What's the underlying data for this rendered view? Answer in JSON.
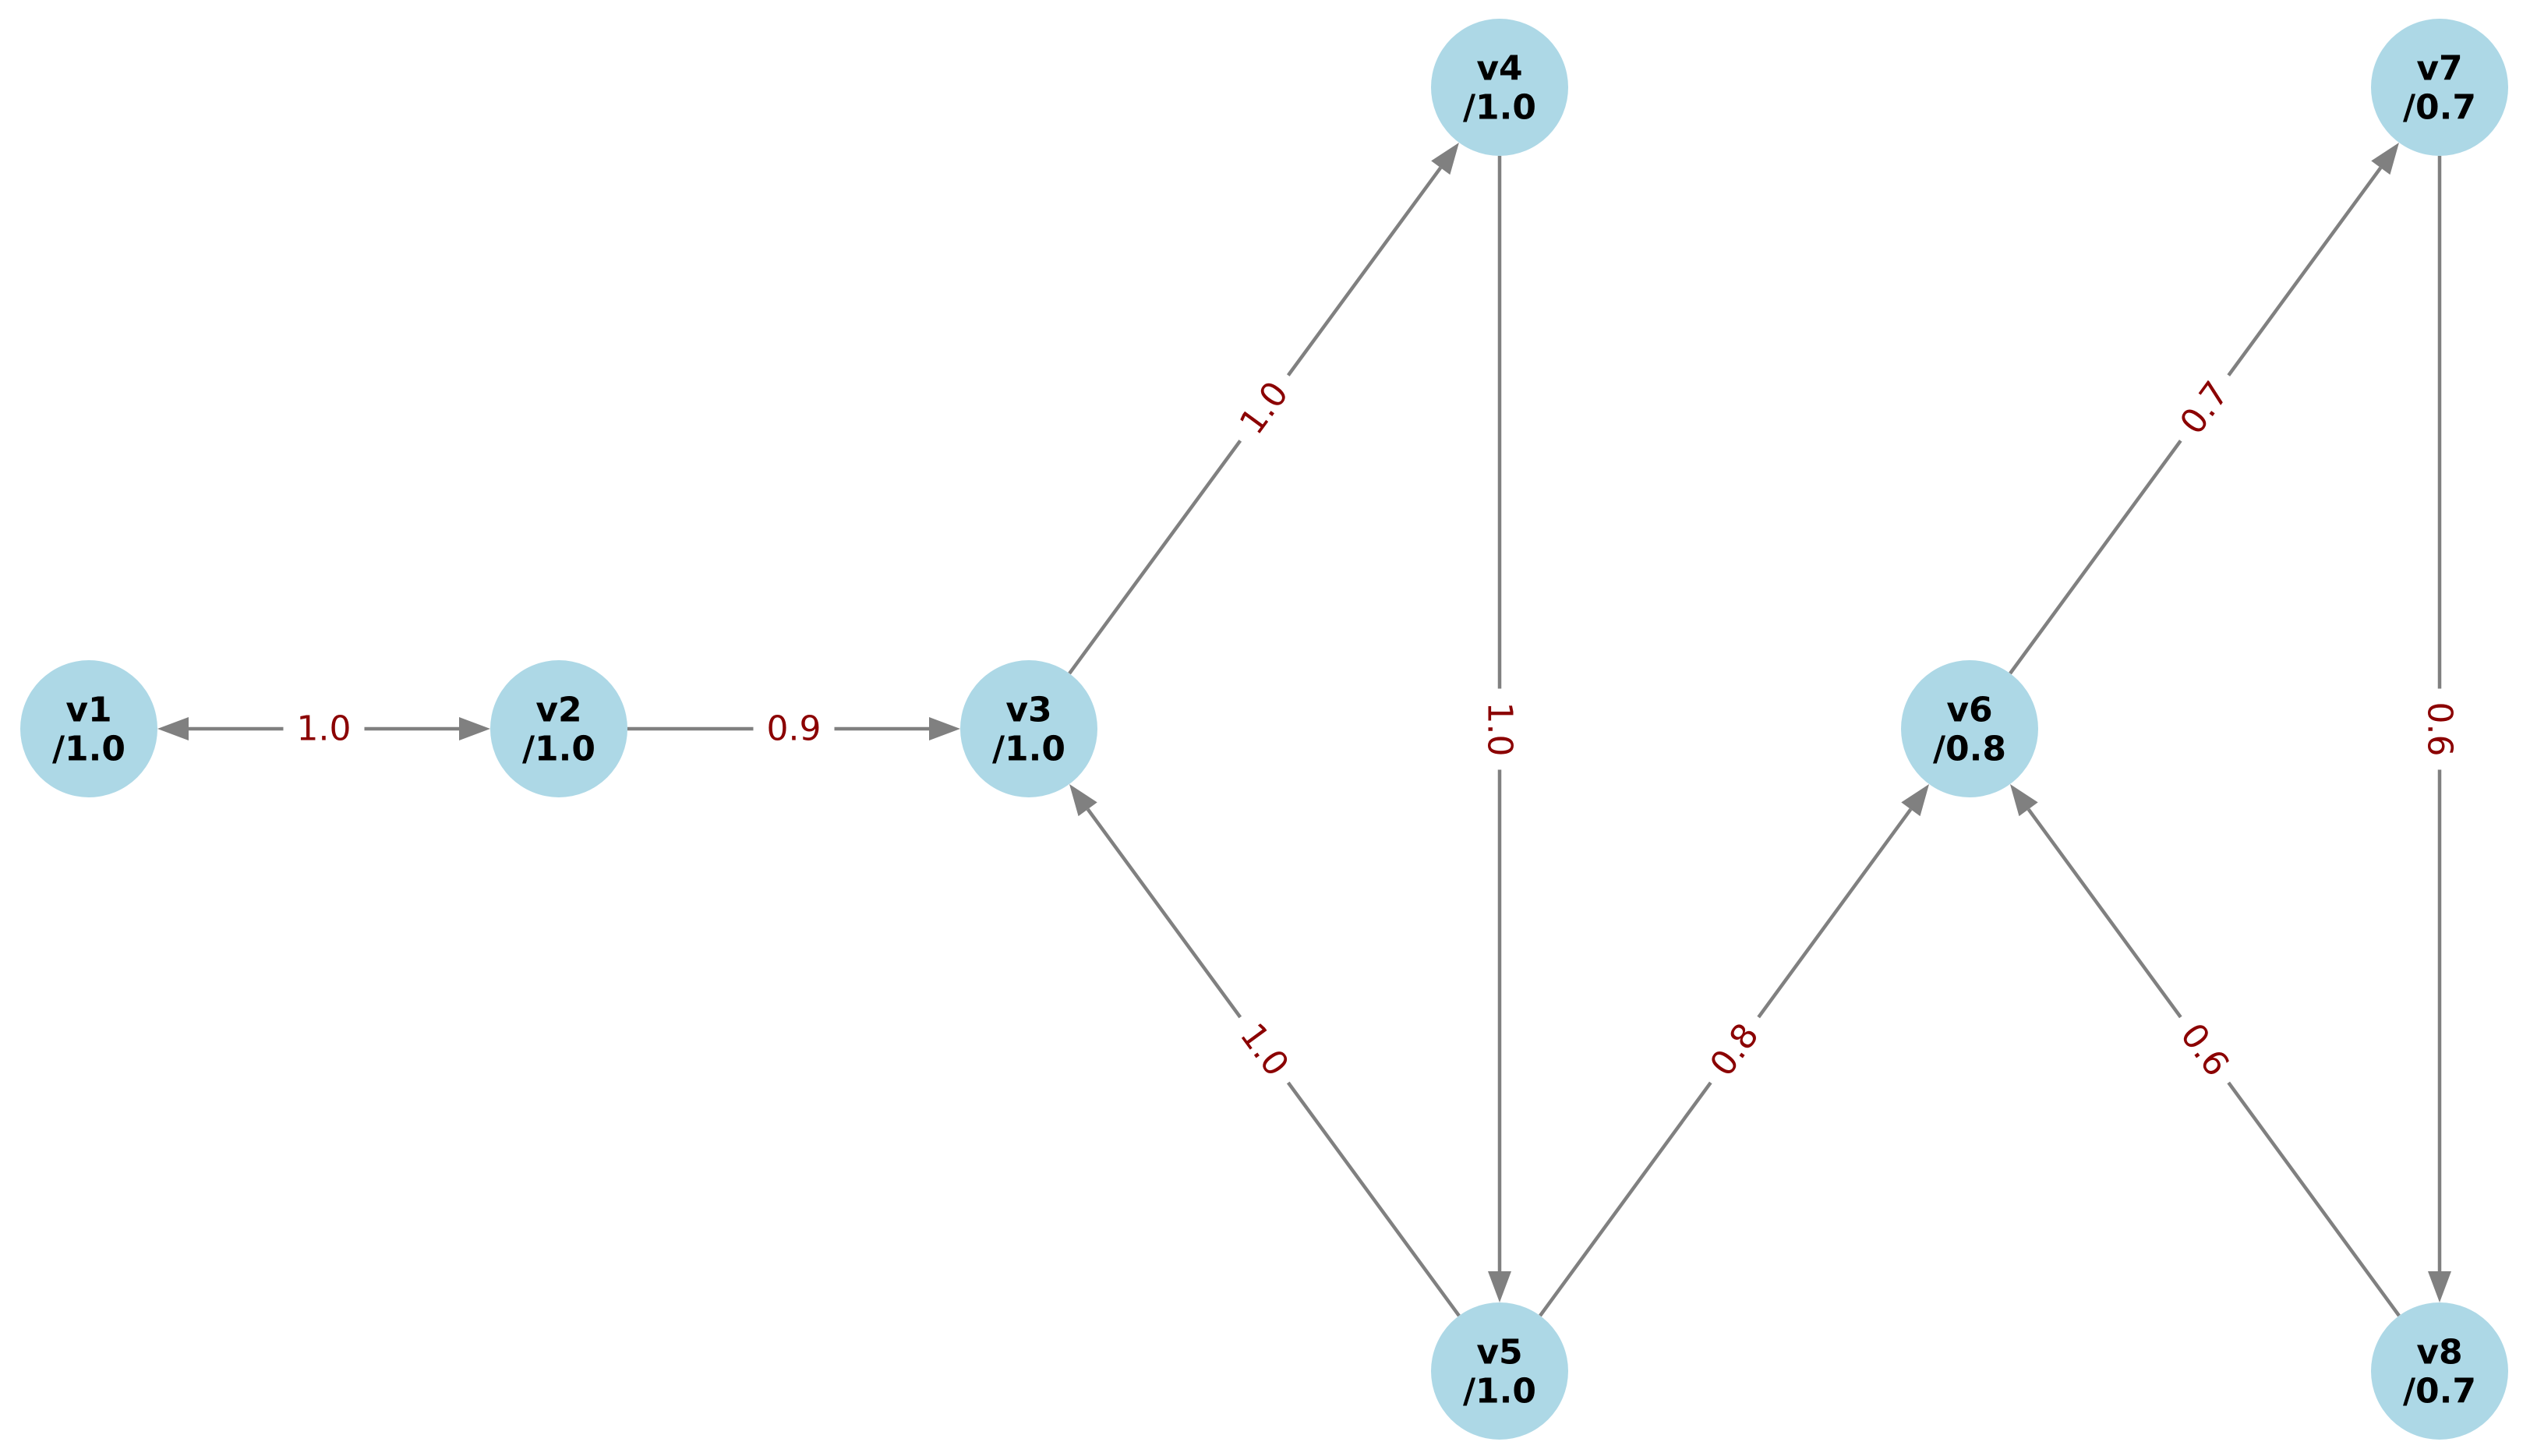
{
  "graph": {
    "node_color": "#add8e6",
    "edge_color": "#808080",
    "edge_label_color": "#8b0000",
    "nodes": [
      {
        "id": "v1",
        "value": "/1.0"
      },
      {
        "id": "v2",
        "value": "/1.0"
      },
      {
        "id": "v3",
        "value": "/1.0"
      },
      {
        "id": "v4",
        "value": "/1.0"
      },
      {
        "id": "v5",
        "value": "/1.0"
      },
      {
        "id": "v6",
        "value": "/0.8"
      },
      {
        "id": "v7",
        "value": "/0.7"
      },
      {
        "id": "v8",
        "value": "/0.7"
      }
    ],
    "edges": [
      {
        "from": "v1",
        "to": "v2",
        "label": "1.0",
        "bidirectional": true
      },
      {
        "from": "v2",
        "to": "v3",
        "label": "0.9"
      },
      {
        "from": "v3",
        "to": "v4",
        "label": "1.0"
      },
      {
        "from": "v4",
        "to": "v5",
        "label": "1.0"
      },
      {
        "from": "v5",
        "to": "v3",
        "label": "1.0"
      },
      {
        "from": "v5",
        "to": "v6",
        "label": "0.8"
      },
      {
        "from": "v6",
        "to": "v7",
        "label": "0.7"
      },
      {
        "from": "v7",
        "to": "v8",
        "label": "0.6"
      },
      {
        "from": "v8",
        "to": "v6",
        "label": "0.6"
      }
    ]
  }
}
